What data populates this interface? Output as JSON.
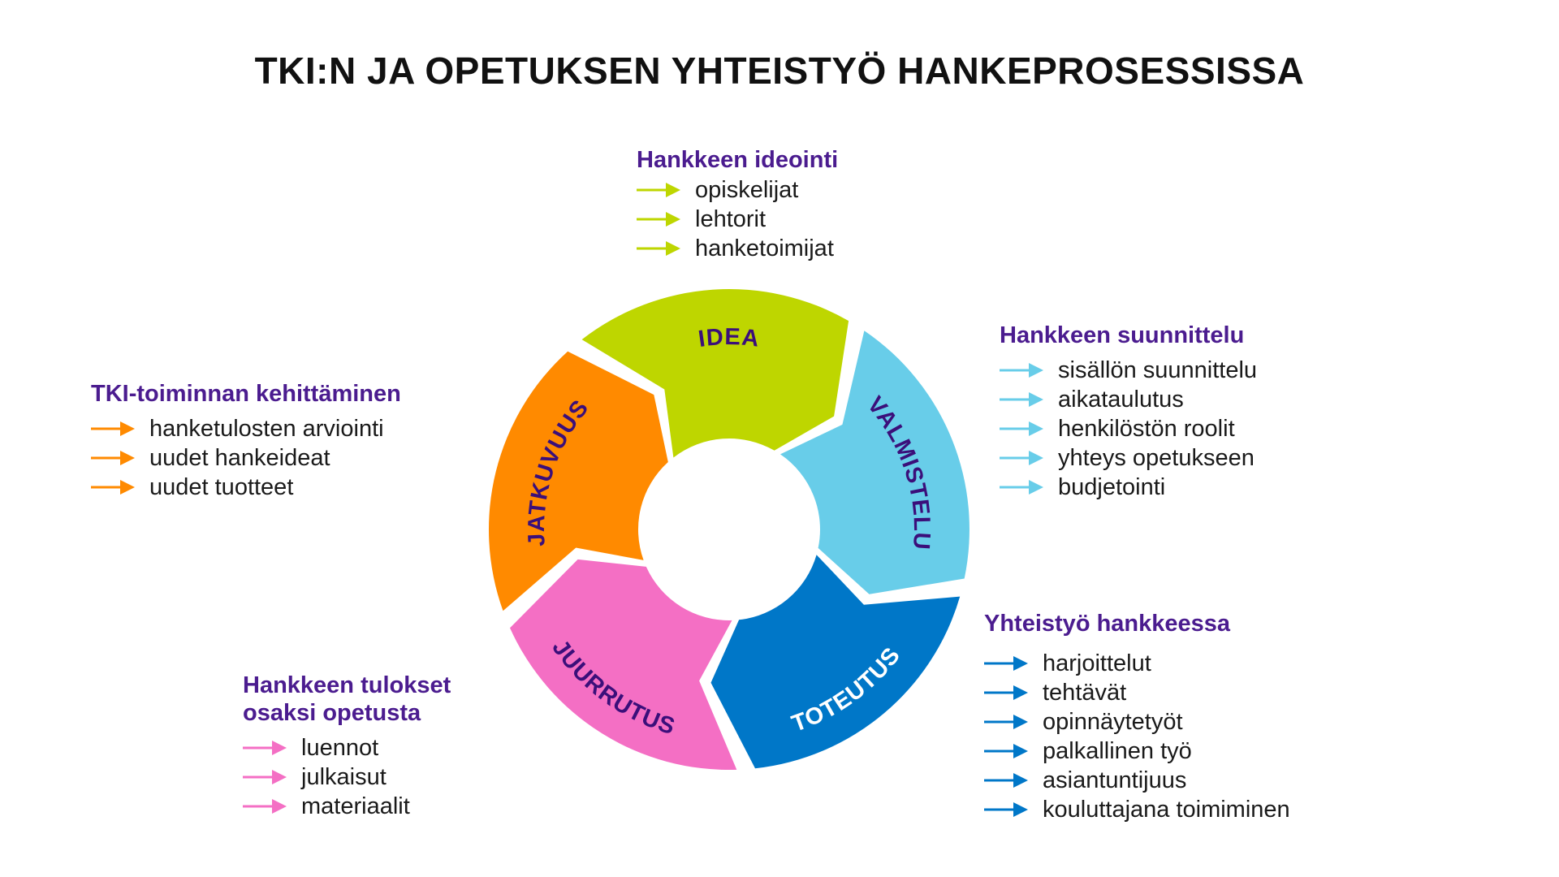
{
  "title": "TKI:N JA OPETUKSEN YHTEISTYÖ HANKEPROSESSISSA",
  "colors": {
    "heading": "#4b1c8f",
    "label_dark": "#3b0f7a",
    "label_light": "#ffffff"
  },
  "wheel": {
    "segments": [
      {
        "label": "IDEA",
        "color": "#bed600",
        "label_color": "#3b0f7a",
        "arrow_direction": "clockwise"
      },
      {
        "label": "VALMISTELU",
        "color": "#68cde9",
        "label_color": "#3b0f7a",
        "arrow_direction": "clockwise"
      },
      {
        "label": "TOTEUTUS",
        "color": "#0077c8",
        "label_color": "#ffffff",
        "arrow_direction": "clockwise"
      },
      {
        "label": "JUURRUTUS",
        "color": "#f46fc4",
        "label_color": "#3b0f7a",
        "arrow_direction": "clockwise"
      },
      {
        "label": "JATKUVUUS",
        "color": "#ff8a00",
        "label_color": "#3b0f7a",
        "arrow_direction": "clockwise"
      }
    ]
  },
  "groups": [
    {
      "id": "ideointi",
      "heading": "Hankkeen ideointi",
      "arrow_color": "#bed600",
      "icon": "arrow-right-icon",
      "items": [
        "opiskelijat",
        "lehtorit",
        "hanketoimijat"
      ]
    },
    {
      "id": "suunnittelu",
      "heading": "Hankkeen suunnittelu",
      "arrow_color": "#68cde9",
      "icon": "arrow-right-icon",
      "items": [
        "sisällön suunnittelu",
        "aikataulutus",
        "henkilöstön roolit",
        "yhteys opetukseen",
        "budjetointi"
      ]
    },
    {
      "id": "yhteistyo",
      "heading": "Yhteistyö hankkeessa",
      "arrow_color": "#0077c8",
      "icon": "arrow-right-icon",
      "items": [
        "harjoittelut",
        "tehtävät",
        "opinnäytetyöt",
        "palkallinen työ",
        "asiantuntijuus",
        "kouluttajana toimiminen"
      ]
    },
    {
      "id": "tulokset",
      "heading": "Hankkeen tulokset\nosaksi opetusta",
      "arrow_color": "#f46fc4",
      "icon": "arrow-right-icon",
      "items": [
        "luennot",
        "julkaisut",
        "materiaalit"
      ]
    },
    {
      "id": "tki",
      "heading": "TKI-toiminnan kehittäminen",
      "arrow_color": "#ff8a00",
      "icon": "arrow-right-icon",
      "items": [
        "hanketulosten arviointi",
        "uudet hankeideat",
        "uudet tuotteet"
      ]
    }
  ]
}
